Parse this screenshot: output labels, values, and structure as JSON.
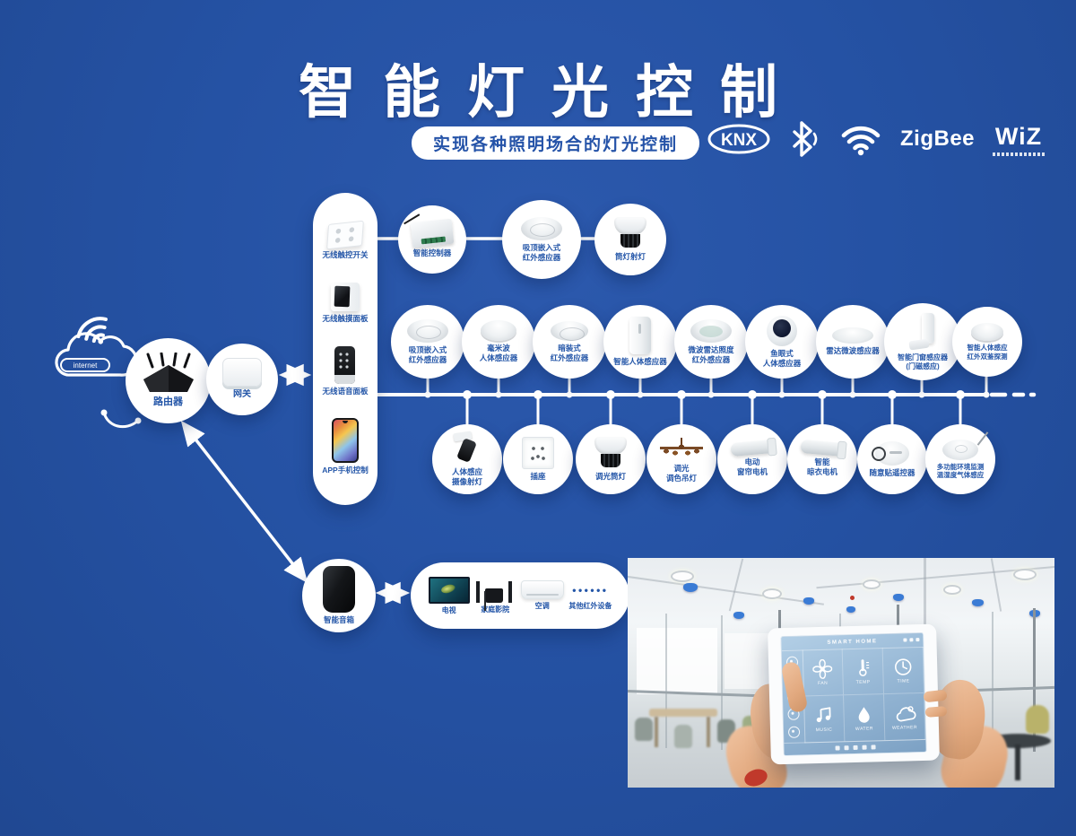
{
  "header": {
    "title": "智能灯光控制",
    "subtitle": "实现各种照明场合的灯光控制",
    "protocols": {
      "knx": "KNX",
      "zigbee": "ZigBee",
      "wiz": "WiZ"
    }
  },
  "network": {
    "cloud_label": "internet",
    "router_label": "路由器",
    "gateway_label": "网关"
  },
  "wall_panels": [
    {
      "label": "无线触控开关"
    },
    {
      "label": "无线触摸面板"
    },
    {
      "label": "无线语音面板"
    },
    {
      "label": "APP手机控制"
    }
  ],
  "top_branch": [
    {
      "l1": "智能控制器",
      "l2": ""
    },
    {
      "l1": "吸顶嵌入式",
      "l2": "红外感应器"
    },
    {
      "l1": "筒灯射灯",
      "l2": ""
    }
  ],
  "sensors": [
    {
      "l1": "吸顶嵌入式",
      "l2": "红外感应器"
    },
    {
      "l1": "毫米波",
      "l2": "人体感应器"
    },
    {
      "l1": "暗装式",
      "l2": "红外感应器"
    },
    {
      "l1": "智能人体感应器",
      "l2": ""
    },
    {
      "l1": "微波雷达照度",
      "l2": "红外感应器"
    },
    {
      "l1": "鱼眼式",
      "l2": "人体感应器"
    },
    {
      "l1": "雷达微波感应器",
      "l2": ""
    },
    {
      "l1": "智能门窗感应器",
      "l2": "(门磁感应)"
    },
    {
      "l1": "智能人体感应",
      "l2": "红外双鉴探测"
    }
  ],
  "devices": [
    {
      "l1": "人体感应",
      "l2": "摄像射灯"
    },
    {
      "l1": "插座",
      "l2": ""
    },
    {
      "l1": "调光筒灯",
      "l2": ""
    },
    {
      "l1": "调光",
      "l2": "调色吊灯"
    },
    {
      "l1": "电动",
      "l2": "窗帘电机"
    },
    {
      "l1": "智能",
      "l2": "晾衣电机"
    },
    {
      "l1": "随意贴遥控器",
      "l2": ""
    },
    {
      "l1": "多功能环境监测",
      "l2": "温湿度气体感应"
    }
  ],
  "audio_branch": {
    "speaker_label": "智能音箱",
    "appliances": [
      {
        "label": "电视"
      },
      {
        "label": "家庭影院"
      },
      {
        "label": "空调"
      },
      {
        "label": "其他红外设备"
      }
    ]
  },
  "tablet": {
    "title": "SMART HOME",
    "tiles": [
      {
        "label": "FAN"
      },
      {
        "label": "TEMP"
      },
      {
        "label": "TIME"
      },
      {
        "label": "MUSIC"
      },
      {
        "label": "WATER"
      },
      {
        "label": "WEATHER"
      }
    ]
  }
}
